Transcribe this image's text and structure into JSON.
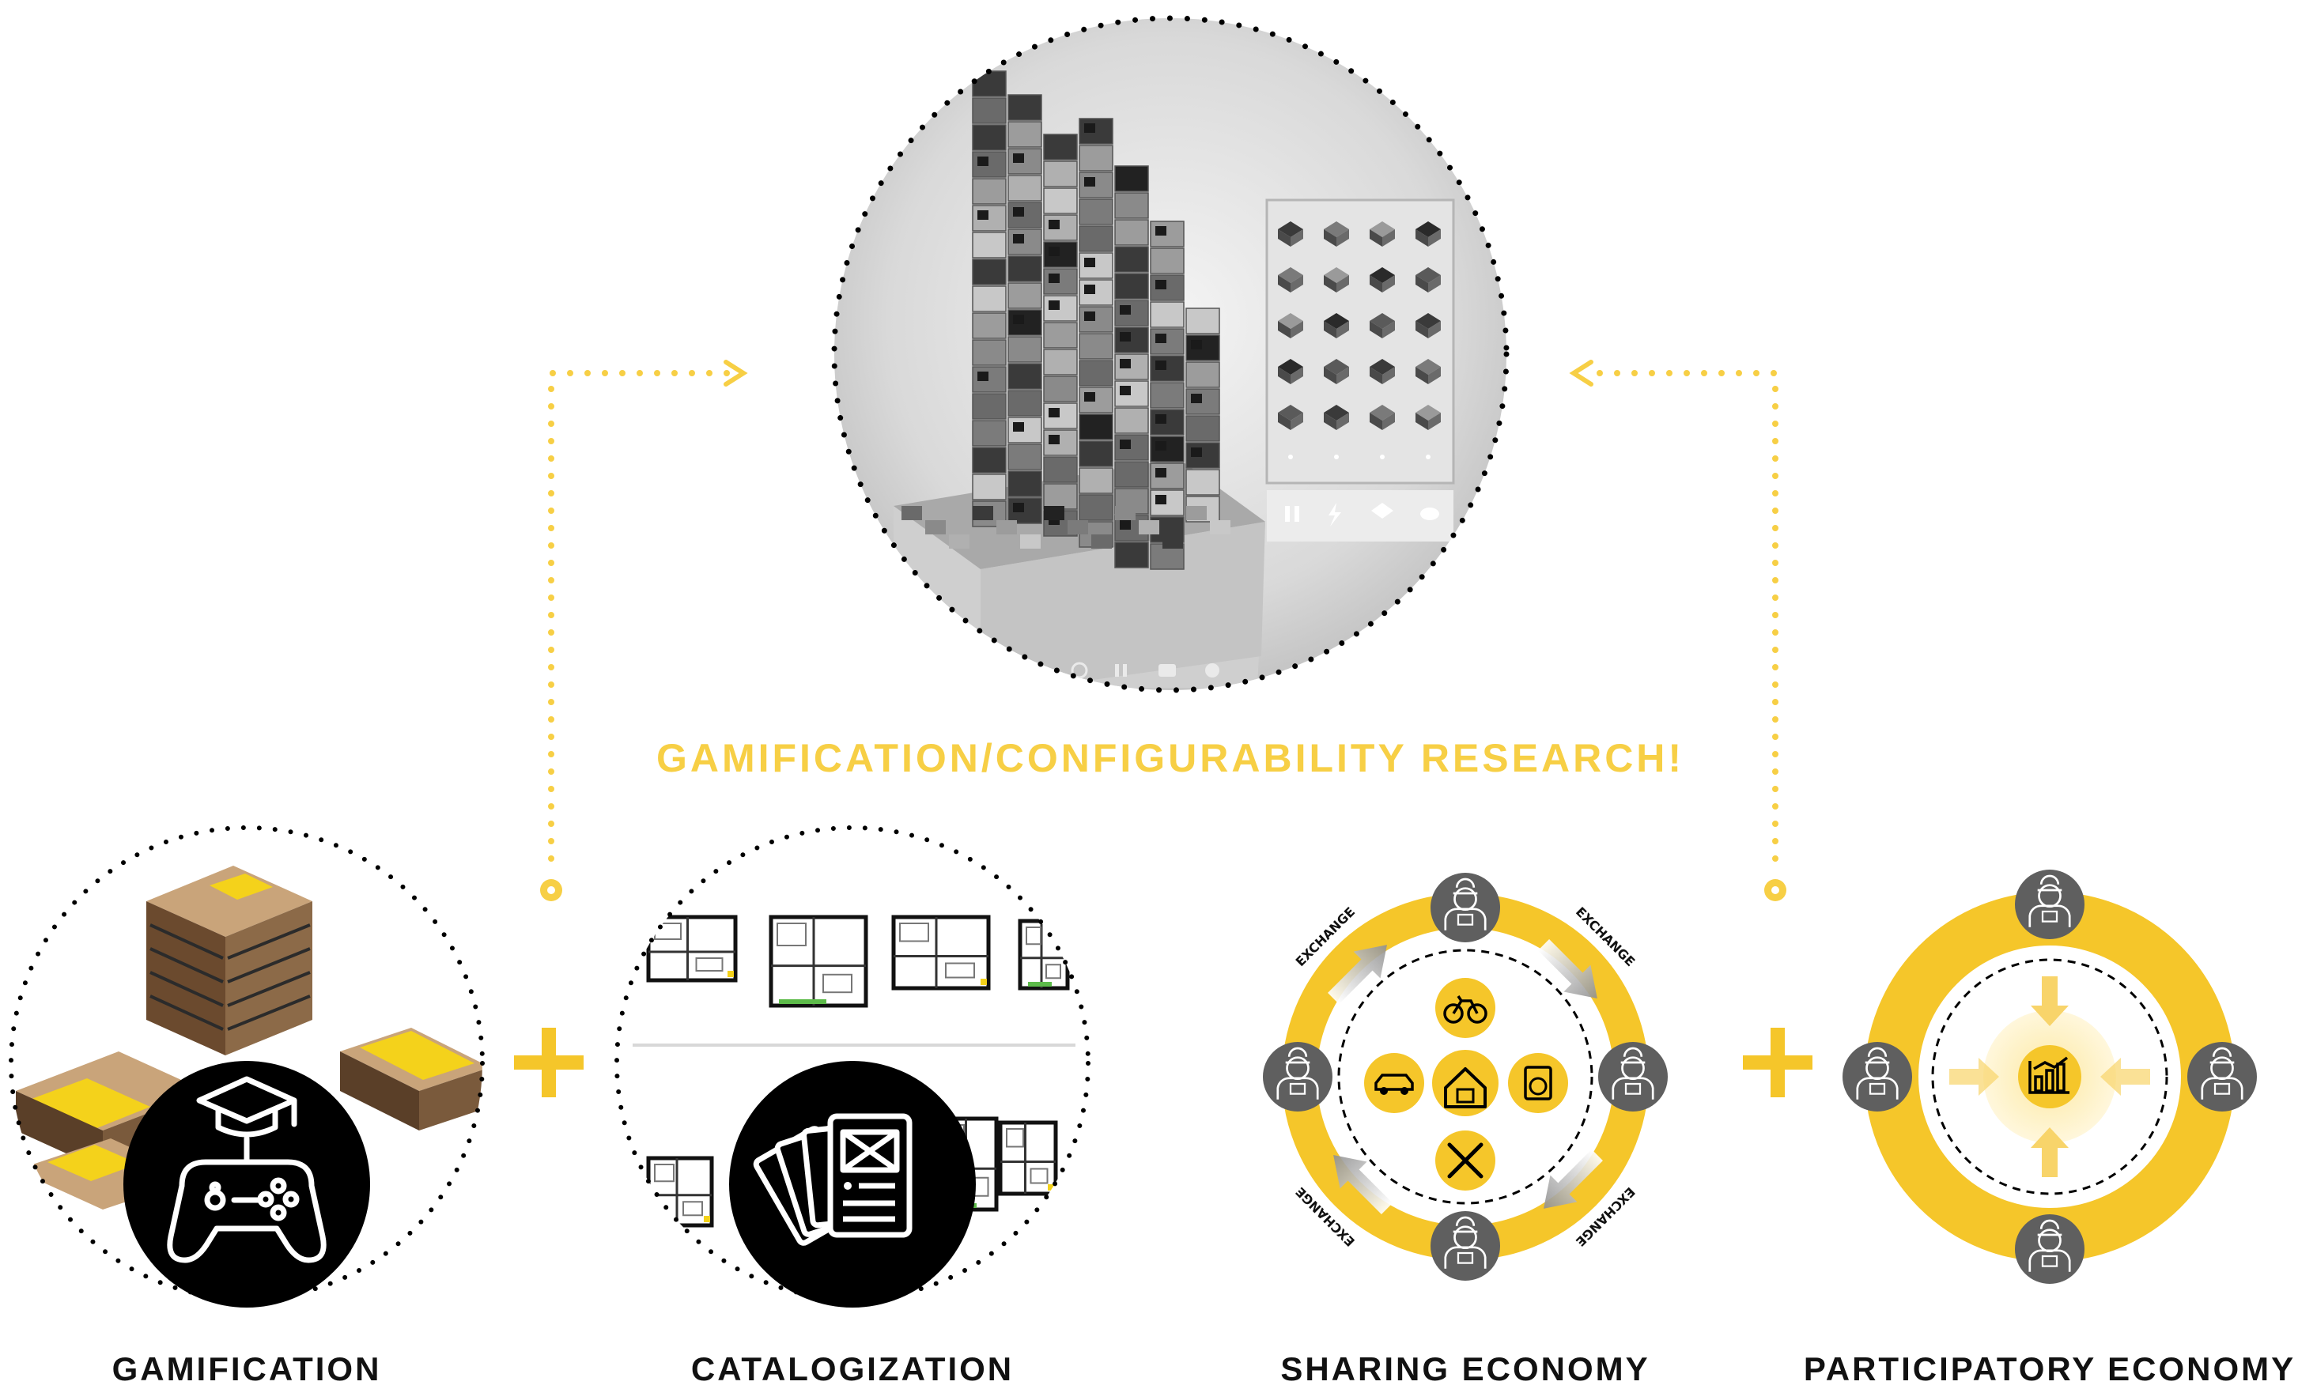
{
  "headline": "GAMIFICATION/CONFIGURABILITY RESEARCH!",
  "captions": {
    "gamification": "GAMIFICATION",
    "catalogization": "CATALOGIZATION",
    "sharing": "SHARING ECONOMY",
    "participatory": "PARTICIPATORY ECONOMY"
  },
  "sharing_ring_labels": [
    "EXCHANGE",
    "EXCHANGE",
    "EXCHANGE",
    "EXCHANGE"
  ],
  "operators": {
    "plus": "+"
  },
  "colors": {
    "accent_yellow": "#f5c62a",
    "dotted_yellow": "#f7cf45",
    "black": "#000000",
    "avatar_grey": "#5f5f5f",
    "light_grey": "#e6e6e6"
  },
  "icons": {
    "gamification_badge": "game-controller-graduation-cap-icon",
    "catalogization_badge": "cards-catalog-icon",
    "sharing_center": "house-icon",
    "sharing_items": [
      "bicycle-icon",
      "car-icon",
      "washing-machine-icon",
      "tools-icon"
    ],
    "participatory_center": "bar-chart-icon",
    "avatars": "worker-avatar-icon"
  }
}
